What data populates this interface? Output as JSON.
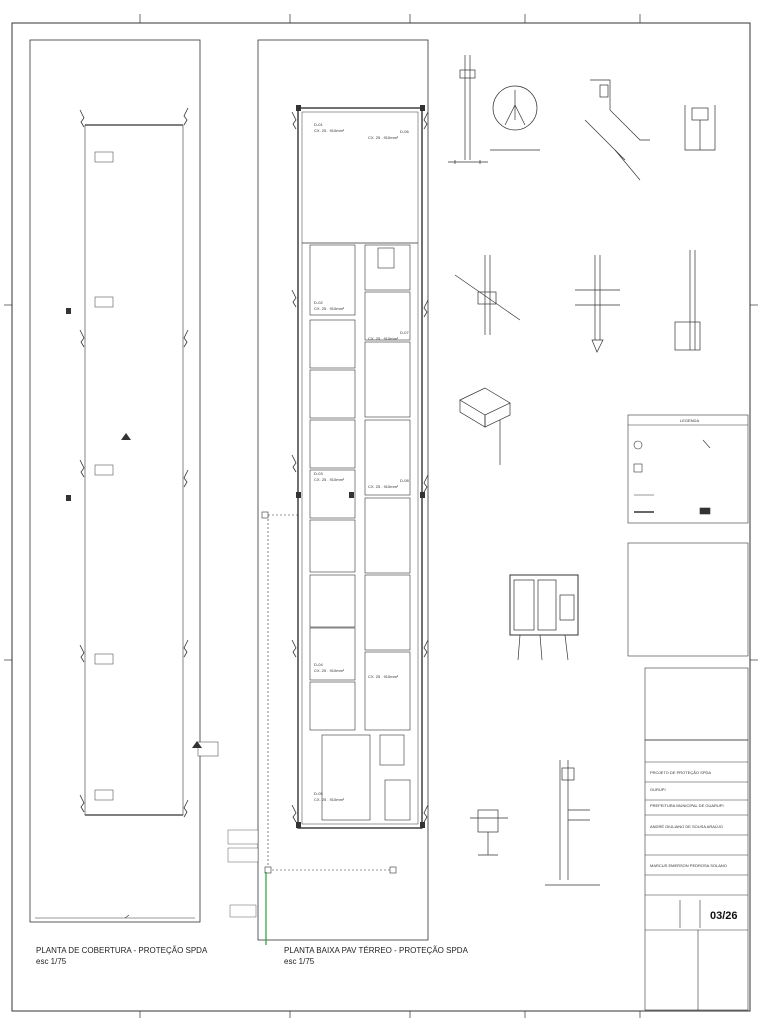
{
  "plans": {
    "roof": {
      "title": "PLANTA DE COBERTURA - PROTEÇÃO SPDA",
      "scale": "esc 1/75"
    },
    "ground": {
      "title": "PLANTA BAIXA PAV TÉRREO - PROTEÇÃO SPDA",
      "scale": "esc 1/75"
    }
  },
  "rooms": {
    "cx_label": "CX. 25 . 910mm²",
    "tags": [
      "D-01",
      "D-02",
      "D-03",
      "D-04",
      "D-05",
      "D-06",
      "D-07",
      "D-08"
    ]
  },
  "legend": {
    "title": "LEGENDA"
  },
  "title_block": {
    "client_label": "PREFEITURA MUNICIPAL DE GUARUPI",
    "project": "PROJETO DE PROTEÇÃO SPDA",
    "location": "GURUPI",
    "sheet": "03/26",
    "responsible": "ANDRÉ GIULIANO DE SOUSA ARAÚJO",
    "author": "MARCUS EMERSON PEDROSA SOLANO"
  },
  "colors": {
    "line": "#333333",
    "ground_wire": "#2aa02a"
  }
}
